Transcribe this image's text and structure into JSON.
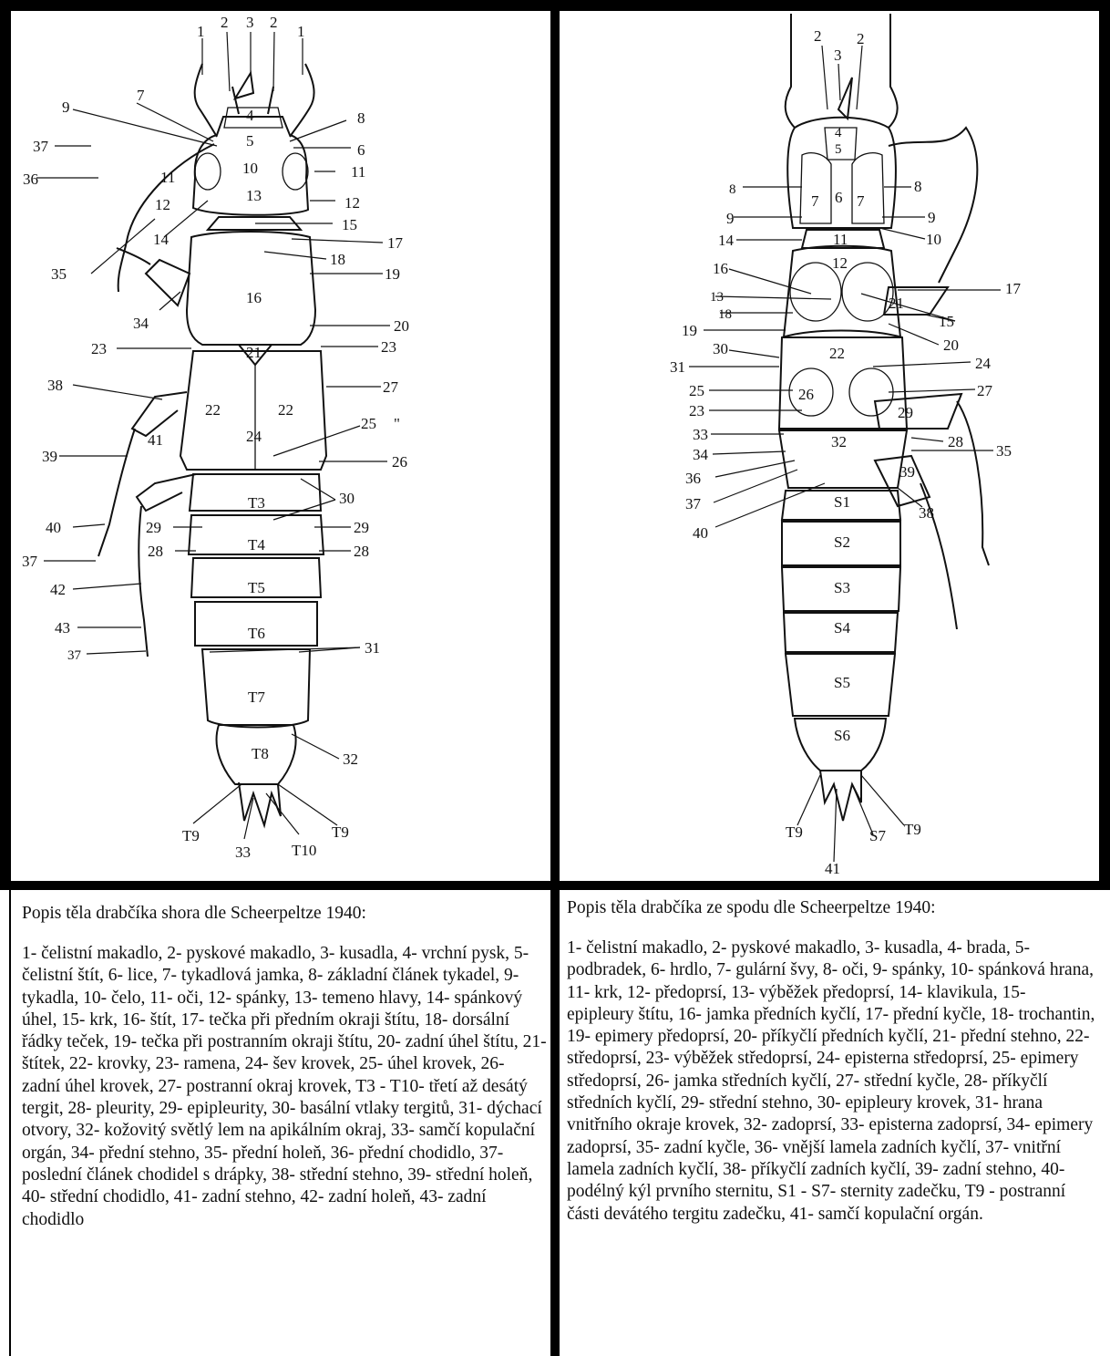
{
  "dorsal": {
    "caption_title": "Popis těla drabčíka shora dle Scheerpeltze 1940:",
    "caption_text": "1- čelistní makadlo, 2- pyskové makadlo, 3- kusadla, 4- vrchní pysk, 5- čelistní štít, 6- lice, 7- tykadlová jamka, 8- základní článek tykadel, 9- tykadla, 10- čelo, 11- oči, 12- spánky, 13- temeno hlavy, 14- spánkový úhel, 15- krk, 16- štít, 17- tečka při předním okraji štítu, 18- dorsální řádky teček, 19- tečka při postranním okraji štítu, 20- zadní úhel štítu, 21- štítek, 22- krovky, 23- ramena, 24- šev krovek, 25- úhel krovek, 26- zadní úhel krovek, 27- postranní okraj krovek, T3 - T10- třetí až desátý tergit, 28- pleurity, 29- epipleurity, 30- basální vtlaky tergitů, 31- dýchací otvory, 32- kožovitý světlý lem na apikálním okraj, 33- samčí kopulační orgán, 34- přední stehno, 35- přední holeň, 36- přední chodidlo, 37- poslední článek chodidel s drápky, 38- střední stehno, 39- střední holeň, 40- střední chodidlo, 41- zadní stehno, 42- zadní holeň, 43- zadní chodidlo",
    "labels": {
      "top": [
        "1",
        "2",
        "3",
        "2",
        "1"
      ],
      "head_inner": [
        "4",
        "5",
        "10",
        "11",
        "13",
        "12",
        "12",
        "14",
        "15",
        "9",
        "7",
        "8",
        "6",
        "11"
      ],
      "left_leg": [
        "37",
        "36",
        "35",
        "34"
      ],
      "pronotum": [
        "16",
        "17",
        "18",
        "19",
        "20",
        "21",
        "23",
        "23"
      ],
      "elytra": [
        "22",
        "22",
        "24",
        "25",
        "26",
        "27",
        "38",
        "39",
        "41"
      ],
      "abdomen": [
        "T3",
        "T4",
        "T5",
        "T6",
        "T7",
        "T8",
        "30",
        "29",
        "29",
        "28",
        "28",
        "31",
        "32",
        "40",
        "37",
        "42",
        "43",
        "37"
      ],
      "tip": [
        "T9",
        "33",
        "T10",
        "T9"
      ],
      "stray": "\""
    }
  },
  "ventral": {
    "caption_title": "Popis těla drabčíka ze spodu dle Scheerpeltze 1940:",
    "caption_text": "1- čelistní makadlo, 2- pyskové makadlo, 3- kusadla, 4- brada, 5- podbradek, 6- hrdlo, 7- gulární švy, 8- oči, 9- spánky, 10- spánková hrana, 11- krk, 12- předoprsí, 13- výběžek předoprsí, 14- klavikula, 15- epipleury štítu, 16- jamka předních kyčlí, 17- přední kyčle, 18- trochantin, 19- epimery předoprsí, 20- příkyčlí předních kyčlí, 21- přední stehno, 22- středoprsí, 23- výběžek středoprsí, 24- episterna středoprsí, 25- epimery středoprsí, 26- jamka středních kyčlí, 27- střední kyčle, 28- příkyčlí středních kyčlí, 29- střední stehno, 30- epipleury krovek, 31- hrana vnitřního okraje krovek, 32- zadoprsí, 33- episterna zadoprsí, 34- epimery zadoprsí, 35- zadní kyčle, 36- vnější lamela zadních kyčlí, 37- vnitřní lamela zadních kyčlí, 38- příkyčlí zadních kyčlí, 39- zadní stehno, 40- podélný kýl prvního sternitu, S1 - S7- sternity zadečku, T9 - postranní části devátého tergitu zadečku, 41- samčí kopulační orgán.",
    "labels": {
      "top": [
        "2",
        "3",
        "2"
      ],
      "head": [
        "4",
        "5",
        "6",
        "7",
        "7",
        "8",
        "8",
        "9",
        "9",
        "10",
        "11",
        "12"
      ],
      "left": [
        "14",
        "16",
        "13",
        "18",
        "19",
        "30",
        "31",
        "25",
        "23",
        "33",
        "34",
        "36",
        "37",
        "40"
      ],
      "right": [
        "17",
        "21",
        "15",
        "20",
        "24",
        "27",
        "29",
        "28",
        "35",
        "39",
        "38"
      ],
      "center": [
        "22",
        "26",
        "32",
        "S1",
        "S2",
        "S3",
        "S4",
        "S5",
        "S6"
      ],
      "tip": [
        "T9",
        "S7",
        "T9",
        "41"
      ]
    }
  }
}
